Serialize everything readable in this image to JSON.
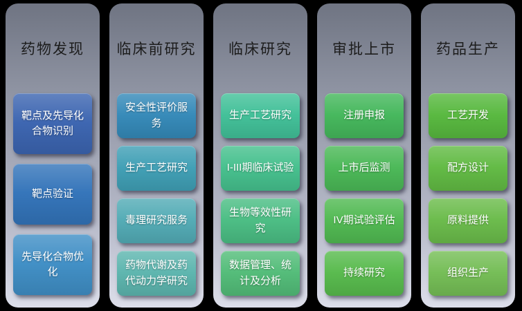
{
  "diagram": {
    "description": "drug-development-pipeline",
    "colors": {
      "background": "#000000",
      "column_top": "#6f7482",
      "column_bottom": "#dcdeea",
      "title_text": "#1c1c1c",
      "item_text": "#ffffff"
    },
    "columns": [
      {
        "title": "药物发现",
        "items": [
          {
            "label": "靶点及先导化合物识别",
            "color": "#3b64b0"
          },
          {
            "label": "靶点验证",
            "color": "#3273b9"
          },
          {
            "label": "先导化合物优化",
            "color": "#3f8ec5"
          }
        ]
      },
      {
        "title": "临床前研究",
        "items": [
          {
            "label": "安全性评价服务",
            "color": "#3489b8"
          },
          {
            "label": "生产工艺研究",
            "color": "#3f9fb5"
          },
          {
            "label": "毒理研究服务",
            "color": "#52abb5"
          },
          {
            "label": "药物代谢及药代动力学研究",
            "color": "#5cb5ae"
          }
        ]
      },
      {
        "title": "临床研究",
        "items": [
          {
            "label": "生产工艺研究",
            "color": "#41c098"
          },
          {
            "label": "I-III期临床试验",
            "color": "#45c08d"
          },
          {
            "label": "生物等效性研究",
            "color": "#4abd83"
          },
          {
            "label": "数据管理、统计及分析",
            "color": "#52bc78"
          }
        ]
      },
      {
        "title": "审批上市",
        "items": [
          {
            "label": "注册申报",
            "color": "#44b75b"
          },
          {
            "label": "上市后监测",
            "color": "#4ab856"
          },
          {
            "label": "IV期试验评估",
            "color": "#50b951"
          },
          {
            "label": "持续研究",
            "color": "#57ba4c"
          }
        ]
      },
      {
        "title": "药品生产",
        "items": [
          {
            "label": "工艺开发",
            "color": "#57b83e"
          },
          {
            "label": "配方设计",
            "color": "#61ba43"
          },
          {
            "label": "原料提供",
            "color": "#6abb4a"
          },
          {
            "label": "组织生产",
            "color": "#74bd55"
          }
        ]
      }
    ]
  }
}
